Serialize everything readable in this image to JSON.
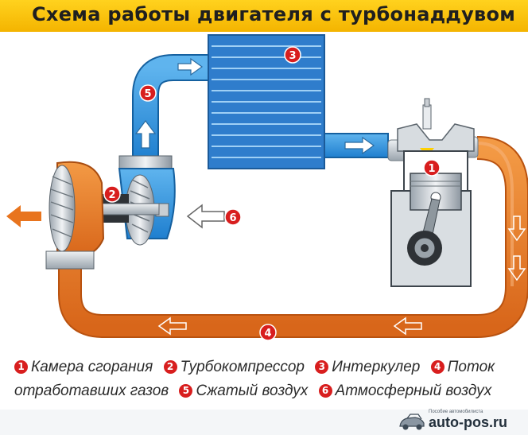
{
  "header": {
    "title": "Схема работы двигателя с турбонаддувом"
  },
  "diagram": {
    "markers": {
      "m1": "1",
      "m2": "2",
      "m3": "3",
      "m4": "4",
      "m5": "5",
      "m6": "6"
    },
    "colors": {
      "exhaust": "#e8741e",
      "intake": "#2b8fd6",
      "intercooler": "#3a86d2",
      "marker": "#d81e1e",
      "title_bg": "#f6be10"
    }
  },
  "legend": {
    "items": [
      {
        "num": "1",
        "label": "Камера сгорания"
      },
      {
        "num": "2",
        "label": "Турбокомпрессор"
      },
      {
        "num": "3",
        "label": "Интеркулер"
      },
      {
        "num": "4",
        "label": "Поток"
      },
      {
        "label": "отработавших газов"
      },
      {
        "num": "5",
        "label": "Сжатый воздух"
      },
      {
        "num": "6",
        "label": "Атмосферный воздух"
      }
    ]
  },
  "footer": {
    "brand_tagline": "Пособие автомобилиста",
    "brand_name": "auto-pos.ru",
    "logo_icon": "car-logo-icon"
  }
}
